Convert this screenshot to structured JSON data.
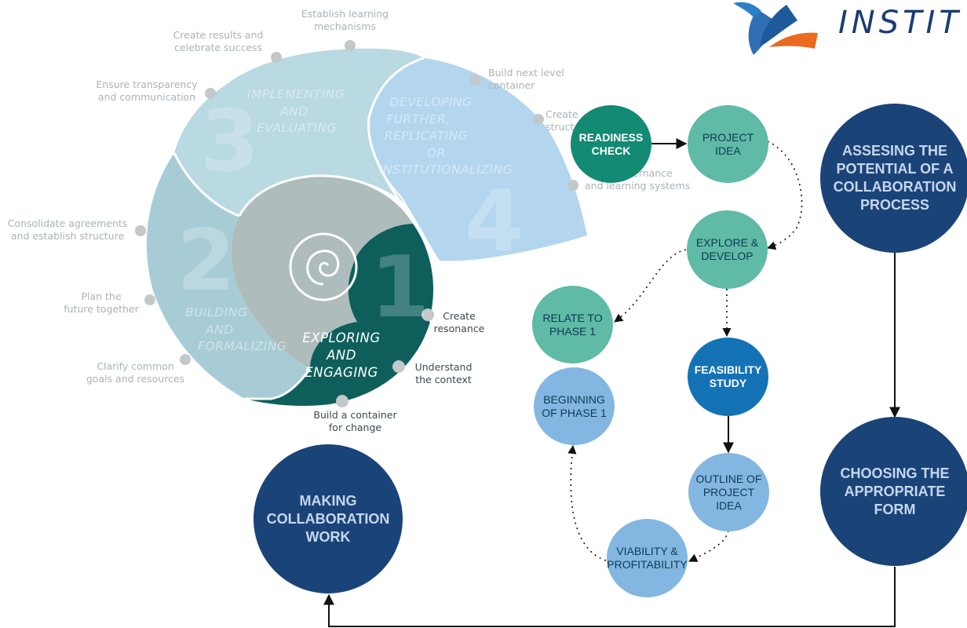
{
  "logo": {
    "text": "INSTIT"
  },
  "spiral": {
    "phases": [
      {
        "number": "1",
        "lines": [
          "EXPLORING",
          "AND",
          "ENGAGING"
        ]
      },
      {
        "number": "2",
        "lines": [
          "BUILDING",
          "AND",
          "FORMALIZING"
        ]
      },
      {
        "number": "3",
        "lines": [
          "IMPLEMENTING",
          "AND",
          "EVALUATING"
        ]
      },
      {
        "number": "4",
        "lines": [
          "DEVELOPING",
          "FURTHER,",
          "REPLICATING",
          "OR",
          "INSTITUTIONALIZING"
        ]
      }
    ],
    "annotations": [
      [
        "Create",
        "resonance"
      ],
      [
        "Understand",
        "the context"
      ],
      [
        "Build a container",
        "for change"
      ],
      [
        "Clarify common",
        "goals and resources"
      ],
      [
        "Plan the",
        "future together"
      ],
      [
        "Consolidate agreements",
        "and establish structure"
      ],
      [
        "Ensure transparency",
        "and communication"
      ],
      [
        "Create results and",
        "celebrate success"
      ],
      [
        "Establish learning",
        "mechanisms"
      ],
      [
        "Build next level",
        "container"
      ],
      [
        "Create",
        "struct"
      ],
      [
        "overnance",
        "and learning systems"
      ]
    ],
    "colors": {
      "phase1": "#0e5f5c",
      "phase2": "#a8ccd6",
      "phase3": "#b9d9e3",
      "phase4": "#b3d6ee",
      "core": "#aebcbc",
      "dot": "#c3c8ca"
    }
  },
  "flow": {
    "nodes": {
      "readiness_check": [
        "READINESS",
        "CHECK"
      ],
      "project_idea": [
        "PROJECT",
        "IDEA"
      ],
      "explore_develop": [
        "EXPLORE &",
        "DEVELOP"
      ],
      "relate_phase1": [
        "RELATE TO",
        "PHASE 1"
      ],
      "feasibility_study": [
        "FEASIBILITY",
        "STUDY"
      ],
      "beginning_phase1": [
        "BEGINNING",
        "OF PHASE 1"
      ],
      "outline_project_idea": [
        "OUTLINE OF",
        "PROJECT",
        "IDEA"
      ],
      "viability_profitability": [
        "VIABILITY &",
        "PROFITABILITY"
      ]
    },
    "big_nodes": {
      "assessing": [
        "ASSESING THE",
        "POTENTIAL OF A",
        "COLLABORATION",
        "PROCESS"
      ],
      "choosing": [
        "CHOOSING THE",
        "APPROPRIATE",
        "FORM"
      ],
      "making": [
        "MAKING",
        "COLLABORATION",
        "WORK"
      ]
    },
    "colors": {
      "readiness": "#138a73",
      "teal_light": "#5fbaa6",
      "blue_mid": "#1473b5",
      "blue_light": "#83b7e2",
      "navy": "#1a4478",
      "line": "#111111"
    }
  }
}
